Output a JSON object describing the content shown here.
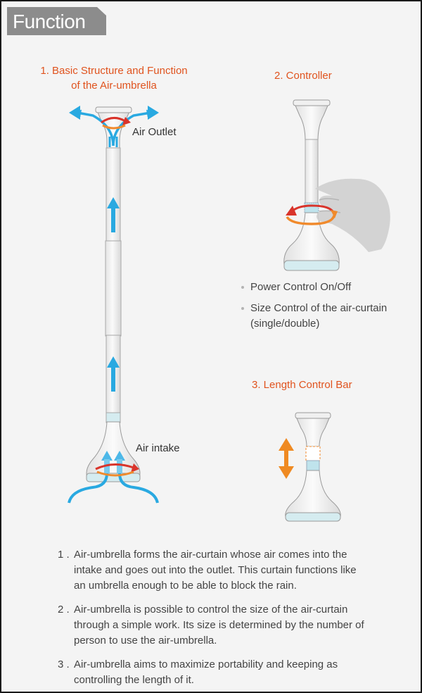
{
  "header": {
    "title": "Function"
  },
  "diagram1": {
    "title_line1": "1. Basic Structure and Function",
    "title_line2": "of the Air-umbrella",
    "label_outlet": "Air Outlet",
    "label_intake": "Air intake"
  },
  "diagram2": {
    "title": "2. Controller",
    "bullets": [
      "Power Control On/Off",
      "Size Control of the air-curtain (single/double)"
    ]
  },
  "diagram3": {
    "title": "3. Length Control Bar"
  },
  "notes": [
    {
      "num": "1 .",
      "text": "Air-umbrella forms the air-curtain whose air comes into the intake and goes out into the outlet. This curtain functions like an umbrella enough to be able to block the rain."
    },
    {
      "num": "2 .",
      "text": "Air-umbrella is possible to control the size of the air-curtain through a simple work. Its size is determined by the number of person to use the air-umbrella."
    },
    {
      "num": "3 .",
      "text": "Air-umbrella aims to maximize portability and keeping as controlling the length of it."
    }
  ],
  "colors": {
    "accent_orange": "#e0531e",
    "air_blue": "#29a9e1",
    "rotate_red": "#d9342b",
    "base_fill": "#d5ecf0"
  },
  "icons": [
    "air-flow-arrow-icon",
    "rotation-arrow-icon",
    "hand-icon",
    "length-adjust-arrow-icon"
  ]
}
